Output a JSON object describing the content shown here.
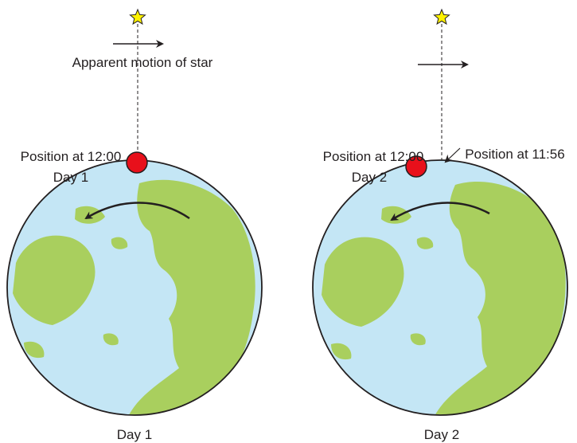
{
  "labels": {
    "apparent_motion": "Apparent motion of star",
    "pos_1200": "Position at 12:00",
    "pos_1156": "Position at 11:56",
    "day1_inline": "Day 1",
    "day2_inline": "Day 2",
    "day1_caption": "Day 1",
    "day2_caption": "Day 2"
  },
  "colors": {
    "ocean": "#c4e6f5",
    "land": "#a9cf5e",
    "marker": "#e8101b",
    "star": "#fff200",
    "ink": "#231f20"
  },
  "icons": {
    "star": "star-icon",
    "observer": "observer-dot",
    "rotation": "curved-arrow-icon"
  }
}
